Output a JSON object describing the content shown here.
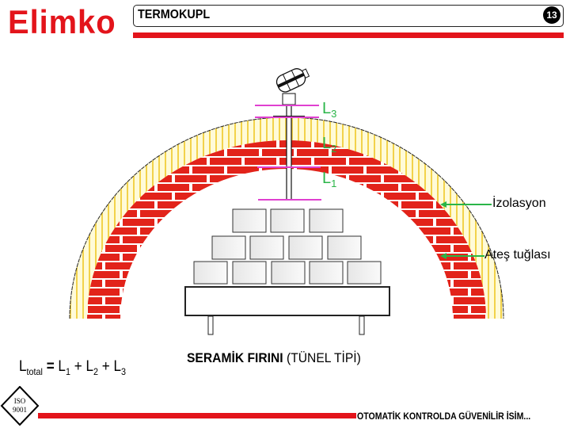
{
  "header": {
    "logo": "Elimko",
    "title": "TERMOKUPL",
    "page_number": "13"
  },
  "diagram": {
    "labels": {
      "l3": "L",
      "l3_sub": "3",
      "l2": "L",
      "l2_sub": "2",
      "l1": "L",
      "l1_sub": "1"
    },
    "insulation_label": "İzolasyon",
    "firebrick_label": "Ateş tuğlası",
    "colors": {
      "brick": "#e2231a",
      "insulation": "#f2d24a",
      "marker": "#e040d0",
      "label": "#2ab548",
      "accent": "#e3141b"
    }
  },
  "formula": {
    "lhs": "L",
    "lhs_sub": "total",
    "eq": " = ",
    "t1": "L",
    "t1_sub": "1",
    "plus1": " + ",
    "t2": "L",
    "t2_sub": "2",
    "plus2": " + ",
    "t3": "L",
    "t3_sub": "3"
  },
  "caption": {
    "bold": "SERAMİK FIRINI",
    "normal": " (TÜNEL TİPİ)"
  },
  "footer": {
    "iso_line1": "ISO",
    "iso_line2": "9001",
    "slogan": "OTOMATİK KONTROLDA GÜVENİLİR İSİM..."
  }
}
